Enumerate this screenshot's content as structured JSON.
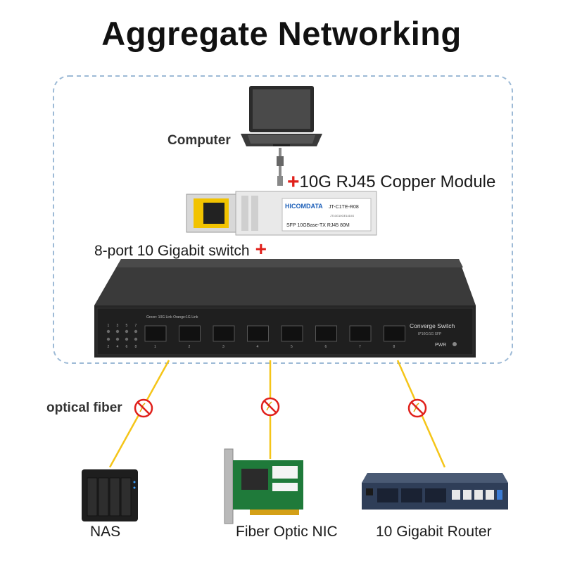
{
  "title": "Aggregate Networking",
  "labels": {
    "computer": "Computer",
    "copper_module": "10G RJ45 Copper Module",
    "switch": "8-port 10 Gigabit switch",
    "optical_fiber": "optical fiber",
    "nas": "NAS",
    "nic": "Fiber Optic NIC",
    "router": "10 Gigabit Router"
  },
  "module": {
    "brand": "HICOMDATA",
    "model": "JT-C1TE-R08",
    "serial": "JT10G10GE1410G",
    "spec": "SFP  10GBase-TX  RJ45  80M"
  },
  "switch_panel": {
    "name": "Converge Switch",
    "sub": "8*10G/1G SFP",
    "legend": "Green: 10G Link  Orange:1G Link",
    "pwr": "PWR",
    "led_top": [
      "1",
      "3",
      "5",
      "7"
    ],
    "led_bottom": [
      "2",
      "4",
      "6",
      "8"
    ],
    "ports": [
      "1",
      "2",
      "3",
      "4",
      "5",
      "6",
      "7",
      "8"
    ]
  },
  "colors": {
    "fiber": "#f5c518",
    "dash": "#9dbad6",
    "plus": "#e0201b",
    "no_sign": "#e0201b"
  }
}
